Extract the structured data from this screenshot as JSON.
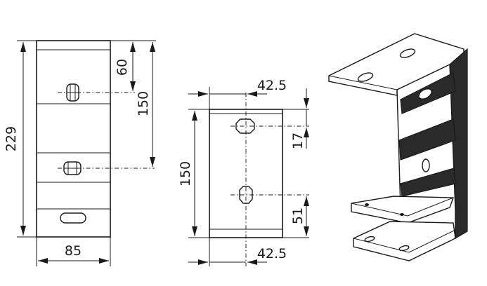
{
  "drawing": {
    "front_view": {
      "height_total": "229",
      "width": "85",
      "hole_offset": "60",
      "hole_spacing": "150"
    },
    "side_view": {
      "height": "150",
      "top_offset": "42.5",
      "bottom_offset": "42.5",
      "top_hole_vertical": "17",
      "bottom_hole_vertical": "51"
    }
  }
}
